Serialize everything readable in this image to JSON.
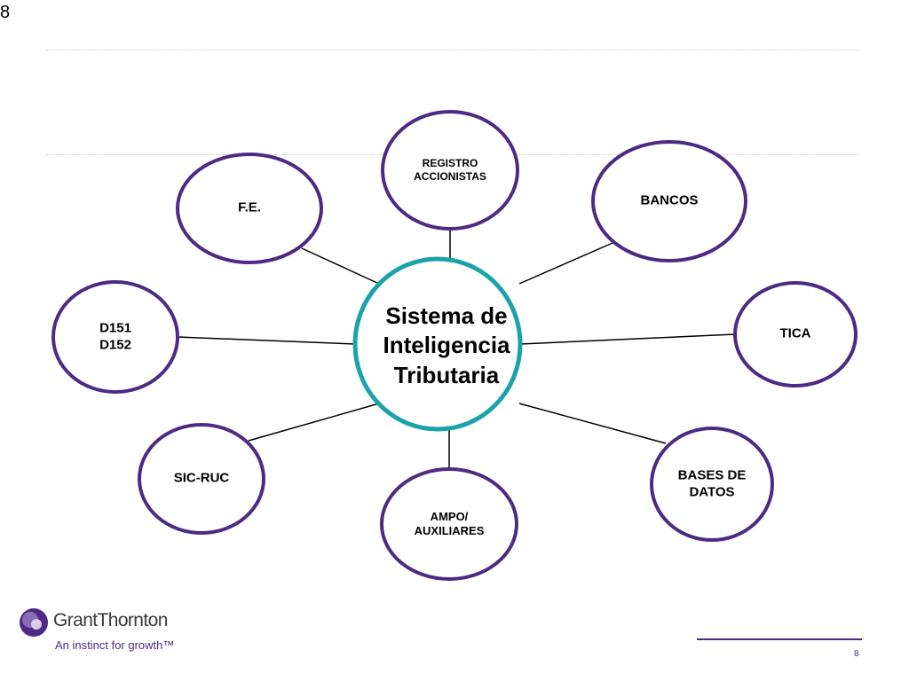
{
  "slide": {
    "corner_number": "8",
    "page_number": "8"
  },
  "colors": {
    "node_border": "#4e2a84",
    "center_border": "#1aa3a8",
    "connector": "#000000",
    "brand_purple": "#4e2a84"
  },
  "diagram": {
    "center": {
      "label": "Sistema de\nInteligencia\nTributaria"
    },
    "nodes": [
      {
        "id": "registro-accionistas",
        "label": "REGISTRO\nACCIONISTAS"
      },
      {
        "id": "bancos",
        "label": "BANCOS"
      },
      {
        "id": "tica",
        "label": "TICA"
      },
      {
        "id": "bases-de-datos",
        "label": "BASES DE\nDATOS"
      },
      {
        "id": "ampo-auxiliares",
        "label": "AMPO/\nAUXILIARES"
      },
      {
        "id": "sic-ruc",
        "label": "SIC-RUC"
      },
      {
        "id": "d151-d152",
        "label": "D151\nD152"
      },
      {
        "id": "fe",
        "label": "F.E."
      }
    ]
  },
  "logo": {
    "name": "GrantThornton",
    "tagline": "An instinct for growth™"
  }
}
